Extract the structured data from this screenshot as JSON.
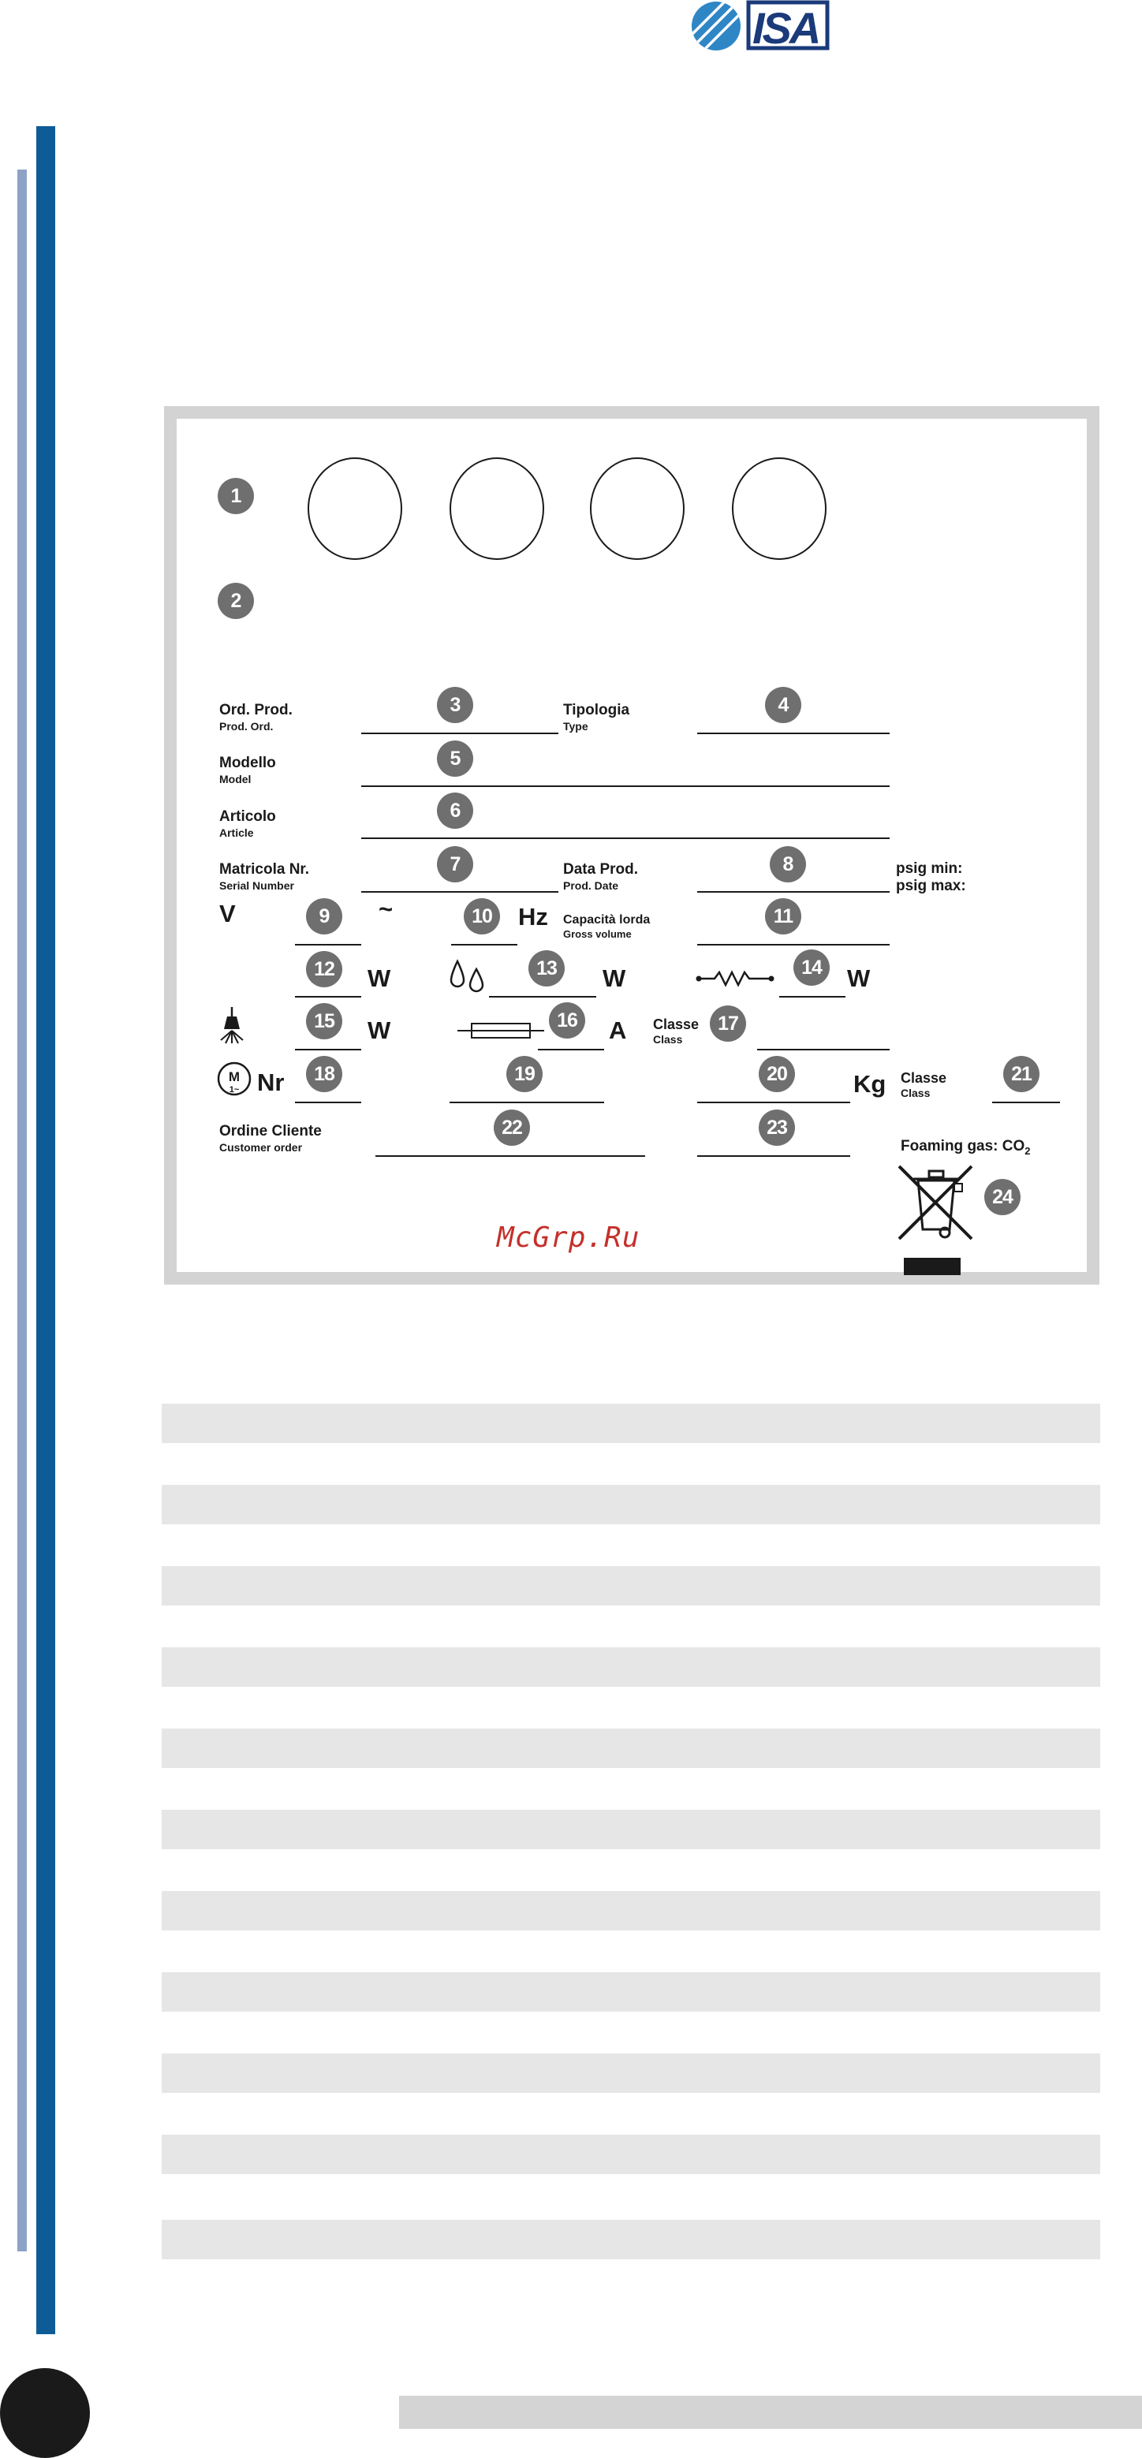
{
  "logo": {
    "text": "ISA"
  },
  "label": {
    "badges": [
      "1",
      "2",
      "3",
      "4",
      "5",
      "6",
      "7",
      "8",
      "9",
      "10",
      "11",
      "12",
      "13",
      "14",
      "15",
      "16",
      "17",
      "18",
      "19",
      "20",
      "21",
      "22",
      "23",
      "24"
    ],
    "ord_prod": {
      "label": "Ord. Prod.",
      "sub": "Prod. Ord."
    },
    "tipologia": {
      "label": "Tipologia",
      "sub": "Type"
    },
    "modello": {
      "label": "Modello",
      "sub": "Model"
    },
    "articolo": {
      "label": "Articolo",
      "sub": "Article"
    },
    "matricola": {
      "label": "Matricola Nr.",
      "sub": "Serial Number"
    },
    "data_prod": {
      "label": "Data Prod.",
      "sub": "Prod. Date"
    },
    "psig_min": "psig min:",
    "psig_max": "psig max:",
    "volt_unit": "V",
    "ac_symbol": "~",
    "hz_unit": "Hz",
    "capacita": {
      "label": "Capacità lorda",
      "sub": "Gross volume"
    },
    "watt_unit": "W",
    "amp_unit": "A",
    "classe_17": {
      "label": "Classe",
      "sub": "Class"
    },
    "nr_unit": "Nr",
    "kg_unit": "Kg",
    "classe_21": {
      "label": "Classe",
      "sub": "Class"
    },
    "ordine_cliente": {
      "label": "Ordine Cliente",
      "sub": "Customer order"
    },
    "foaming_gas": "Foaming gas: CO",
    "foaming_gas_subscript": "2",
    "watermark": "McGrp.Ru"
  },
  "icons": [
    "isa-logo-icon",
    "water-drops-icon",
    "heating-resistor-icon",
    "lamp-icon",
    "fuse-icon",
    "motor-icon",
    "weee-crossed-bin-icon"
  ],
  "colors": {
    "brand_blue": "#0e5c97",
    "side_light": "#8da3c6",
    "badge_grey": "#6f6f6f",
    "panel_border": "#d3d3d3",
    "stripe_grey": "#e6e6e6",
    "watermark_red": "#c4302b"
  }
}
